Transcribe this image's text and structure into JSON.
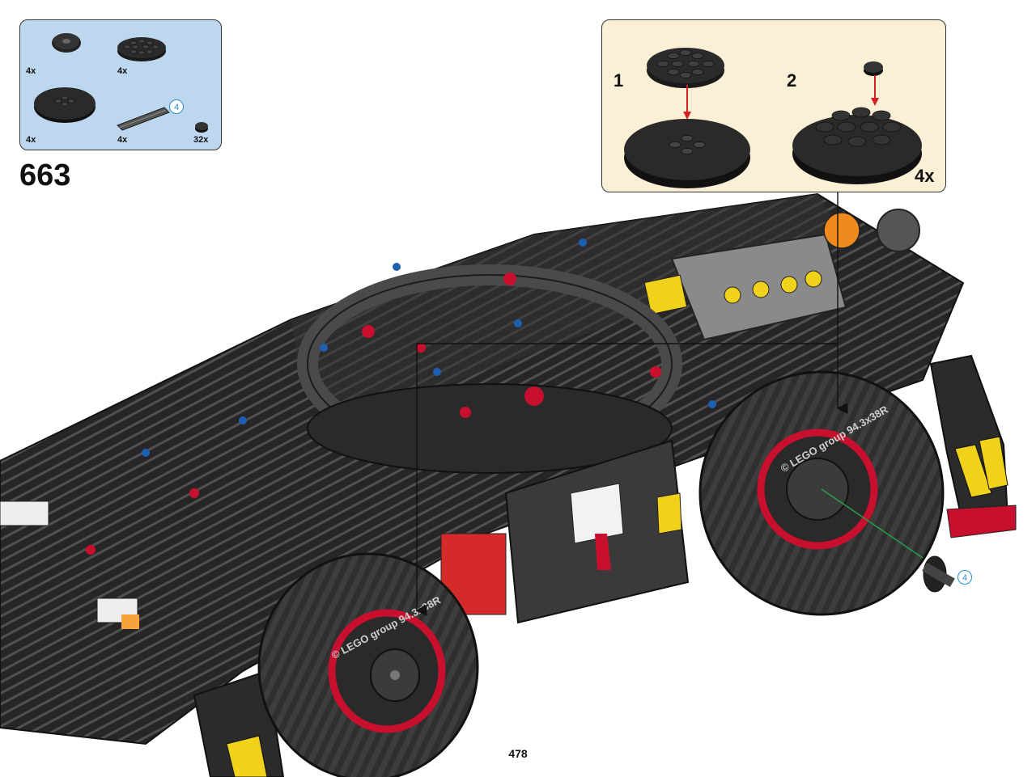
{
  "step_number": "663",
  "page_number": "478",
  "parts_list": {
    "items": [
      {
        "part": "flat-silver-small-disc-icon",
        "qty": "4x"
      },
      {
        "part": "round-tile-plate-4x4-icon",
        "qty": "4x"
      },
      {
        "part": "turntable-disc-black-icon",
        "qty": "4x"
      },
      {
        "part": "axle-length-4-icon",
        "qty": "4x",
        "callout": "4"
      },
      {
        "part": "round-stud-1x1-icon",
        "qty": "32x"
      }
    ]
  },
  "subassembly": {
    "steps": [
      "1",
      "2"
    ],
    "multiplier": "4x"
  },
  "main_callout": "4",
  "colors": {
    "parts_box_bg": "#bcd7ee",
    "sub_box_bg": "#fbefd5",
    "arrow_red": "#d21f1f",
    "callout_blue": "#2a8fc9",
    "rim_red": "#c8102e"
  }
}
